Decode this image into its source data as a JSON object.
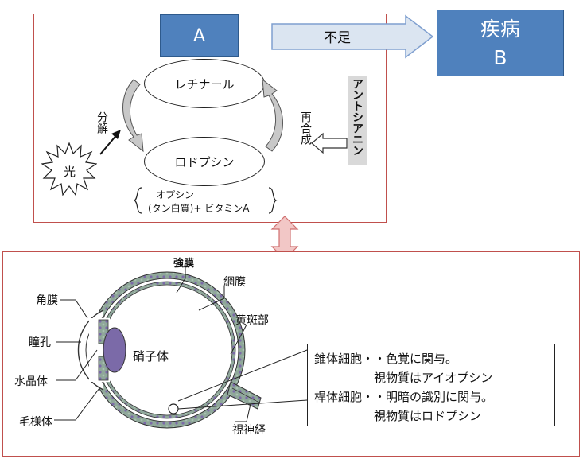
{
  "cycle": {
    "box_a": "A",
    "arrow_text": "不足",
    "box_b_line1": "疾病",
    "box_b_line2": "B",
    "retinal": "レチナール",
    "rhodopsin": "ロドプシン",
    "decompose": "分解",
    "resynth": "再合成",
    "light": "光",
    "anthocyanin": "アントシアニン",
    "opsin_line1": "オプシン",
    "opsin_line2": "(タン白質)+ ビタミンA"
  },
  "eye": {
    "labels": {
      "sclera": "強膜",
      "retina": "網膜",
      "macula": "黄斑部",
      "cornea": "角膜",
      "pupil": "瞳孔",
      "vitreous": "硝子体",
      "lens": "水晶体",
      "ciliary": "毛様体",
      "optic_nerve": "視神経"
    },
    "callout": [
      "錐体細胞・・色覚に関与。",
      "　　　　　視物質はアイオプシン",
      "桿体細胞・・明暗の識別に関与。",
      "　　　　　視物質はロドプシン"
    ]
  },
  "colors": {
    "frame": "#c0504d",
    "box_fill": "#4f81bd",
    "arrow_fill": "#dbe5f1",
    "double_arrow": "#f2c7c6"
  }
}
